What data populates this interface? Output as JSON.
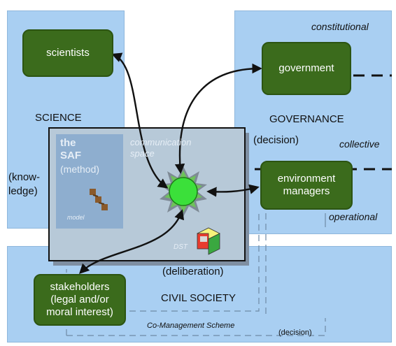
{
  "regions": {
    "science": {
      "label": "SCIENCE",
      "sub": "(know-\nledge)"
    },
    "governance": {
      "label": "GOVERNANCE",
      "sub": "(decision)",
      "level_top": "constitutional",
      "level_mid": "collective",
      "level_bottom": "operational"
    },
    "civil": {
      "label": "CIVIL SOCIETY",
      "sub": "(deliberation)"
    }
  },
  "nodes": {
    "scientists": "scientists",
    "government": "government",
    "managers": "environment\nmanagers",
    "stakeholders": "stakeholders\n(legal and/or\nmoral interest)"
  },
  "saf": {
    "title": "the\nSAF",
    "method": "(method)",
    "model": "model",
    "comm_space": "communication\nspace",
    "dst": "DST"
  },
  "comanagement": {
    "label": "Co-Management Scheme",
    "decision": "(decision)"
  },
  "colors": {
    "region": "#a9cff2",
    "node": "#3b6b1c",
    "node_border": "#2c5412"
  }
}
